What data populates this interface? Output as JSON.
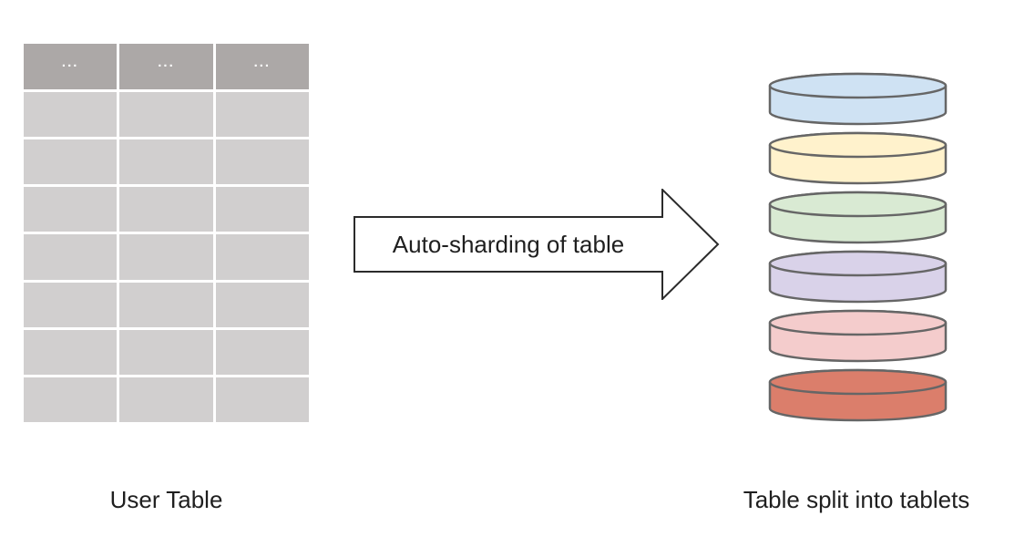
{
  "canvas": {
    "background": "#FFFFFF"
  },
  "user_table": {
    "label": "User Table",
    "columns": 3,
    "body_rows": 7,
    "header_cell_text": "...",
    "header_color": "#ACA8A7",
    "header_text_color": "#FFFFFF",
    "cell_color": "#D1CFCF"
  },
  "arrow": {
    "label": "Auto-sharding of table",
    "fill": "#FFFFFF",
    "stroke": "#2B2B2B",
    "text_color": "#1F1F1F"
  },
  "tablets": {
    "label": "Table split into tablets",
    "stroke": "#666666",
    "colors": [
      "#CFE2F3",
      "#FFF2CC",
      "#D9EAD3",
      "#D9D2E9",
      "#F4CCCC",
      "#DB7E6B"
    ]
  },
  "caption_color": "#1F1F1F"
}
